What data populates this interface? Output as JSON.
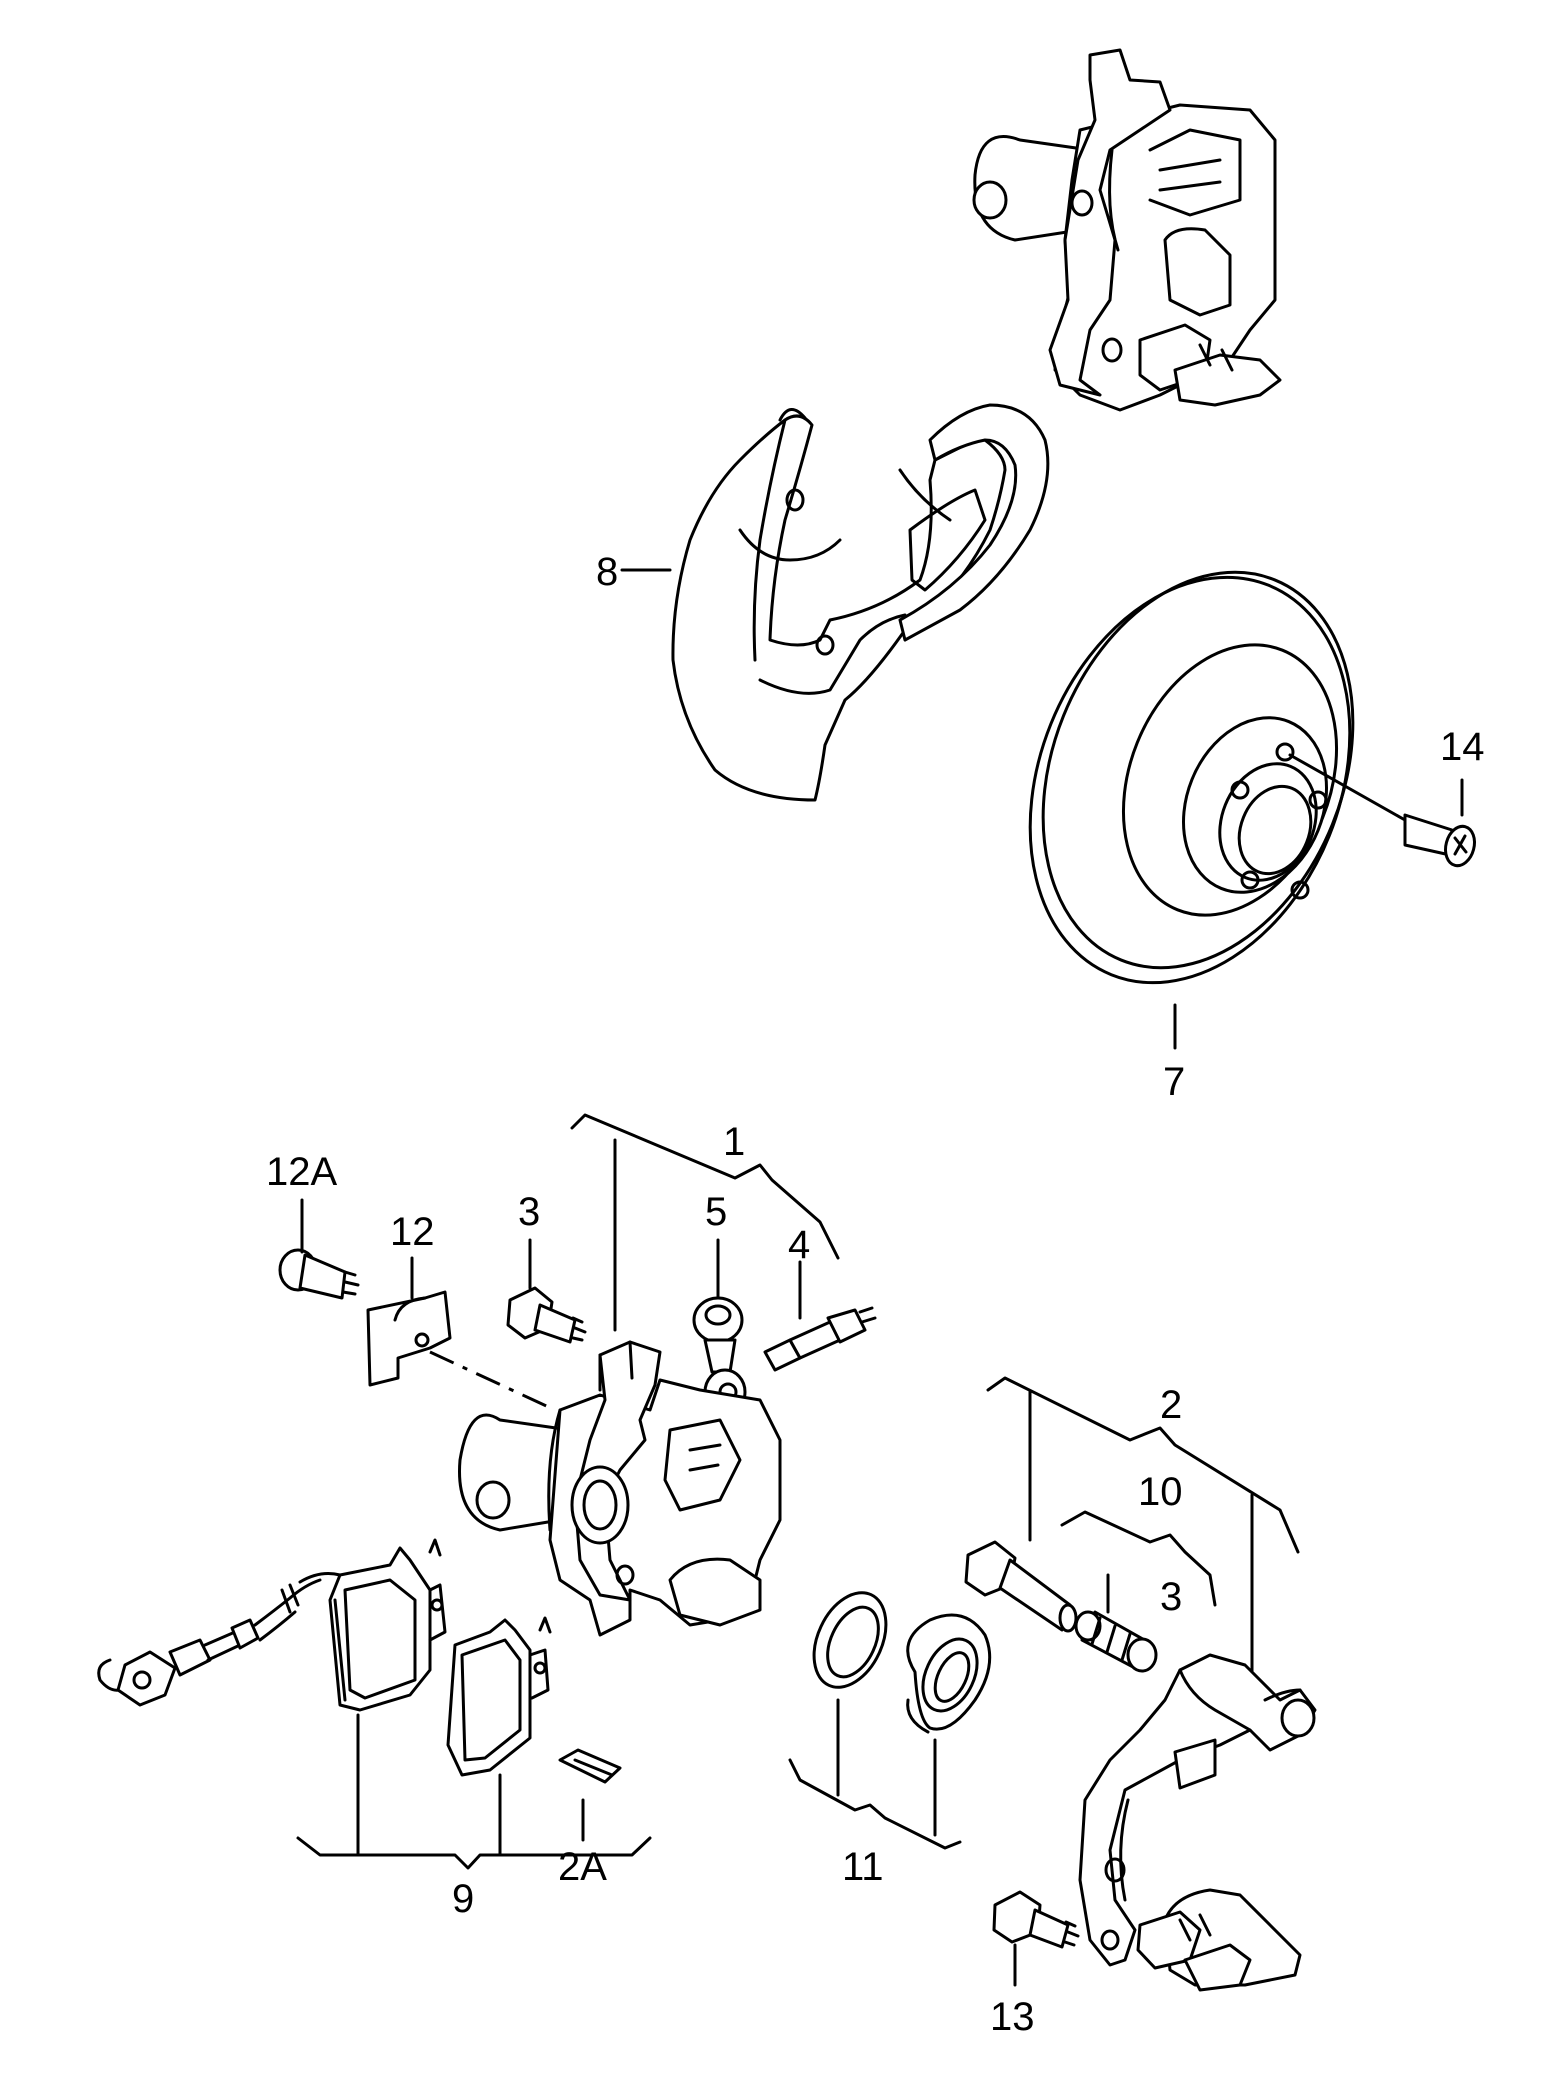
{
  "callouts": {
    "c1": "1",
    "c2": "2",
    "c2A": "2A",
    "c3a": "3",
    "c3b": "3",
    "c4": "4",
    "c5": "5",
    "c7": "7",
    "c8": "8",
    "c9": "9",
    "c10": "10",
    "c11": "11",
    "c12": "12",
    "c12A": "12A",
    "c13": "13",
    "c14": "14"
  },
  "colors": {
    "line": "#000000",
    "background": "#ffffff"
  }
}
